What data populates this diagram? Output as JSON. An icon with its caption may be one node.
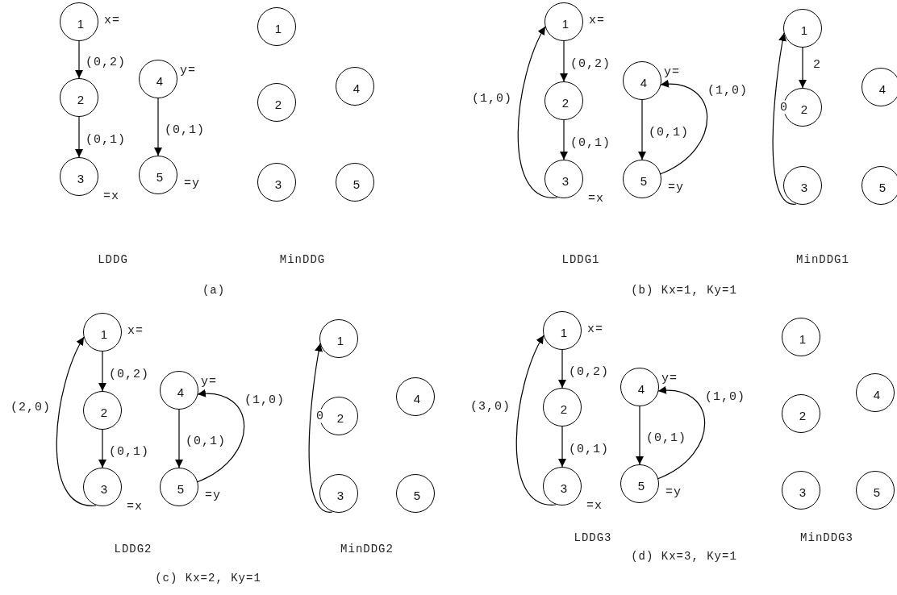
{
  "diagram": {
    "nodes": [
      {
        "text": [
          "1"
        ],
        "beside": [
          "x="
        ]
      },
      {
        "text": [
          "2"
        ]
      },
      {
        "text": [
          "3"
        ],
        "beside": [
          "=x"
        ]
      },
      {
        "text": [
          "4"
        ],
        "beside": [
          "y="
        ]
      },
      {
        "text": [
          "5"
        ],
        "beside": [
          "=y"
        ]
      },
      {
        "text": [
          "1"
        ]
      },
      {
        "text": [
          "2"
        ]
      },
      {
        "text": [
          "3"
        ]
      },
      {
        "text": [
          "4"
        ]
      },
      {
        "text": [
          "5"
        ]
      },
      {
        "text": [
          "1"
        ],
        "beside": [
          "x="
        ]
      },
      {
        "text": [
          "2"
        ]
      },
      {
        "text": [
          "3"
        ],
        "beside": [
          "=x"
        ]
      },
      {
        "text": [
          "4"
        ],
        "beside": [
          "y="
        ]
      },
      {
        "text": [
          "5"
        ],
        "beside": [
          "=y"
        ]
      },
      {
        "text": [
          "1"
        ]
      },
      {
        "text": [
          "2"
        ]
      },
      {
        "text": [
          "3"
        ]
      },
      {
        "text": [
          "4"
        ]
      },
      {
        "text": [
          "5"
        ]
      },
      {
        "text": [
          "1"
        ],
        "beside": [
          "x="
        ]
      },
      {
        "text": [
          "2"
        ]
      },
      {
        "text": [
          "3"
        ],
        "beside": [
          "=x"
        ]
      },
      {
        "text": [
          "4"
        ],
        "beside": [
          "y="
        ]
      },
      {
        "text": [
          "5"
        ],
        "beside": [
          "=y"
        ]
      },
      {
        "text": [
          "1"
        ]
      },
      {
        "text": [
          "2"
        ]
      },
      {
        "text": [
          "3"
        ]
      },
      {
        "text": [
          "4"
        ]
      },
      {
        "text": [
          "5"
        ]
      },
      {
        "text": [
          "1"
        ],
        "beside": [
          "x="
        ]
      },
      {
        "text": [
          "2"
        ]
      },
      {
        "text": [
          "3"
        ],
        "beside": [
          "=x"
        ]
      },
      {
        "text": [
          "4"
        ],
        "beside": [
          "y="
        ]
      },
      {
        "text": [
          "5"
        ],
        "beside": [
          "=y"
        ]
      },
      {
        "text": [
          "1"
        ]
      },
      {
        "text": [
          "2"
        ]
      },
      {
        "text": [
          "3"
        ]
      },
      {
        "text": [
          "4"
        ]
      },
      {
        "text": [
          "5"
        ]
      }
    ],
    "edges": [
      {
        "from": 0,
        "to": 1,
        "arrow": "to",
        "label": "(0,2)"
      },
      {
        "from": 1,
        "to": 2,
        "arrow": "to",
        "label": "(0,1)"
      },
      {
        "from": 3,
        "to": 4,
        "arrow": "to",
        "label": "(0,1)"
      },
      {
        "from": 10,
        "to": 11,
        "arrow": "to",
        "label": "(0,2)"
      },
      {
        "from": 11,
        "to": 12,
        "arrow": "to",
        "label": "(0,1)"
      },
      {
        "from": 13,
        "to": 14,
        "arrow": "to",
        "label": "(0,1)"
      },
      {
        "from": 12,
        "to": 10,
        "arrow": "to",
        "label": "(1,0)"
      },
      {
        "from": 14,
        "to": 13,
        "arrow": "to",
        "label": "(1,0)"
      },
      {
        "from": 15,
        "to": 16,
        "arrow": "to",
        "label": "2"
      },
      {
        "from": 17,
        "to": 15,
        "arrow": "to",
        "label": "0"
      },
      {
        "from": 20,
        "to": 21,
        "arrow": "to",
        "label": "(0,2)"
      },
      {
        "from": 21,
        "to": 22,
        "arrow": "to",
        "label": "(0,1)"
      },
      {
        "from": 23,
        "to": 24,
        "arrow": "to",
        "label": "(0,1)"
      },
      {
        "from": 22,
        "to": 20,
        "arrow": "to",
        "label": "(2,0)"
      },
      {
        "from": 24,
        "to": 23,
        "arrow": "to",
        "label": "(1,0)"
      },
      {
        "from": 27,
        "to": 25,
        "arrow": "to",
        "label": "0"
      },
      {
        "from": 30,
        "to": 31,
        "arrow": "to",
        "label": "(0,2)"
      },
      {
        "from": 31,
        "to": 32,
        "arrow": "to",
        "label": "(0,1)"
      },
      {
        "from": 33,
        "to": 34,
        "arrow": "to",
        "label": "(0,1)"
      },
      {
        "from": 32,
        "to": 30,
        "arrow": "to",
        "label": "(3,0)"
      },
      {
        "from": 34,
        "to": 33,
        "arrow": "to",
        "label": "(1,0)"
      }
    ],
    "labels": [
      "LDDG",
      "MinDDG",
      "(a)",
      "LDDG1",
      "MinDDG1",
      "(b) Kx=1, Ky=1",
      "LDDG2",
      "MinDDG2",
      "(c) Kx=2, Ky=1",
      "LDDG3",
      "MinDDG3",
      "(d) Kx=3, Ky=1"
    ]
  }
}
